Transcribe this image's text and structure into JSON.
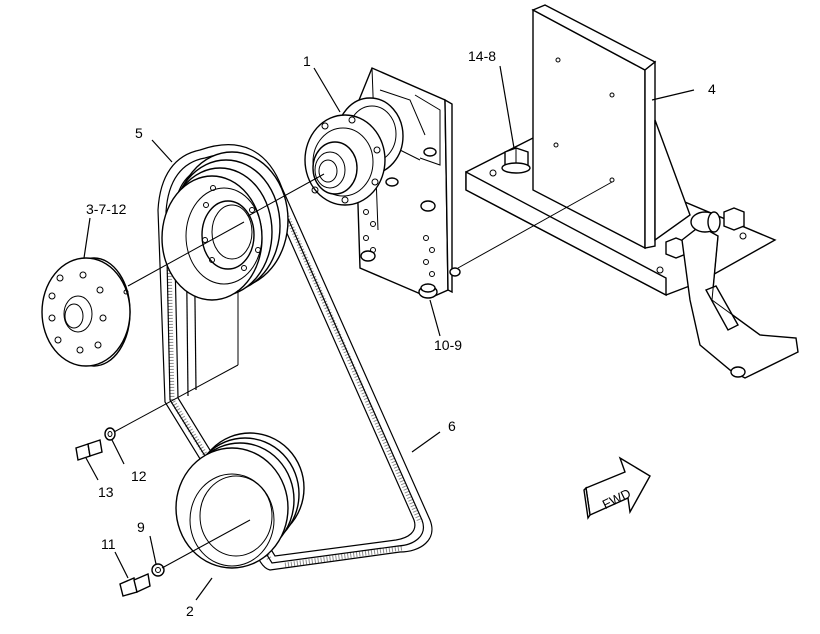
{
  "callouts": {
    "c1": "1",
    "c2": "2",
    "c3": "3-7-12",
    "c4": "4",
    "c5": "5",
    "c6": "6",
    "c9": "9",
    "c10": "10-9",
    "c11": "11",
    "c12": "12",
    "c13": "13",
    "c14": "14-8"
  },
  "fwd_label": "FWD"
}
